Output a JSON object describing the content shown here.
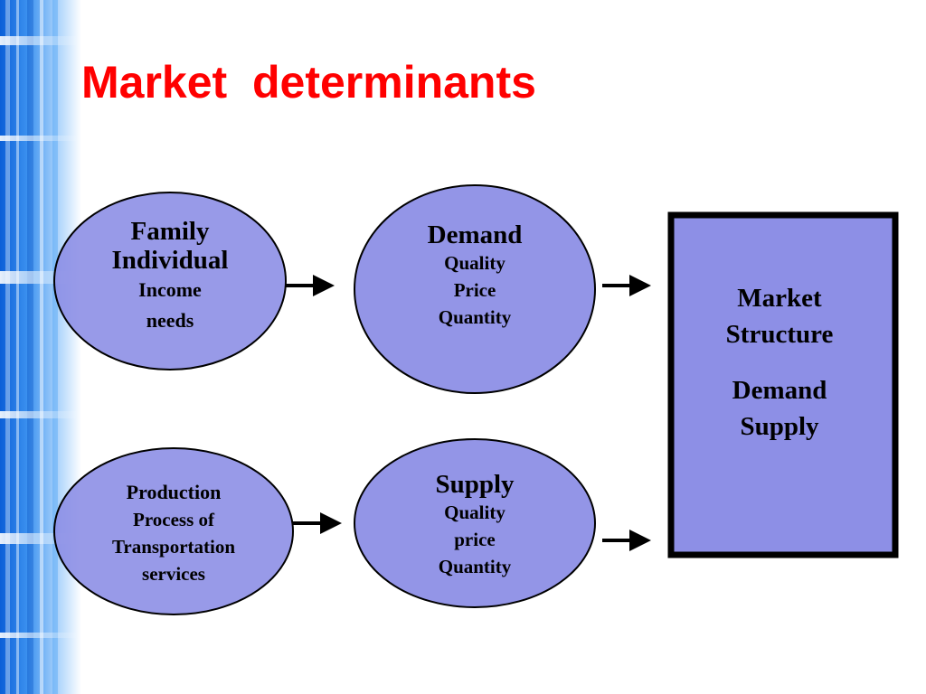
{
  "title": "Market  determinants",
  "nodes": {
    "family": {
      "line1": "Family",
      "line2": "Individual",
      "line3": "Income",
      "line4": "needs"
    },
    "demand": {
      "heading": "Demand",
      "line1": "Quality",
      "line2": "Price",
      "line3": "Quantity"
    },
    "production": {
      "line1": "Production",
      "line2": "Process of",
      "line3": "Transportation",
      "line4": "services"
    },
    "supply": {
      "heading": "Supply",
      "line1": "Quality",
      "line2": "price",
      "line3": "Quantity"
    },
    "market": {
      "line1": "Market",
      "line2": "Structure",
      "line3": "Demand",
      "line4": "Supply"
    }
  },
  "colors": {
    "title": "#ff0000",
    "node_fill": "#8d8fe6",
    "outline": "#000000",
    "stripe": "#1e78e6"
  }
}
